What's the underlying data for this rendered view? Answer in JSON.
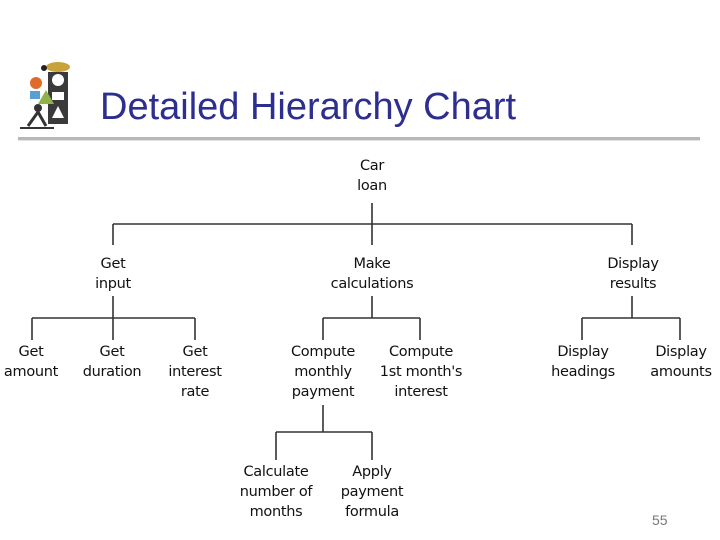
{
  "slide": {
    "title": "Detailed Hierarchy Chart",
    "page_number": "55"
  },
  "logo": {
    "icon": "shapes-figure-logo-icon"
  },
  "colors": {
    "title": "#2e2e8f",
    "lines": "#333333",
    "rule": "#b8b8b8"
  },
  "tree": {
    "root": {
      "line1": "Car",
      "line2": "loan"
    },
    "get_input": {
      "line1": "Get",
      "line2": "input"
    },
    "make_calculations": {
      "line1": "Make",
      "line2": "calculations"
    },
    "display_results": {
      "line1": "Display",
      "line2": "results"
    },
    "get_amount": {
      "line1": "Get",
      "line2": "amount"
    },
    "get_duration": {
      "line1": "Get",
      "line2": "duration"
    },
    "get_interest_rate": {
      "line1": "Get",
      "line2": "interest",
      "line3": "rate"
    },
    "compute_monthly_payment": {
      "line1": "Compute",
      "line2": "monthly",
      "line3": "payment"
    },
    "compute_first_month_interest": {
      "line1": "Compute",
      "line2": "1st month's",
      "line3": "interest"
    },
    "display_headings": {
      "line1": "Display",
      "line2": "headings"
    },
    "display_amounts": {
      "line1": "Display",
      "line2": "amounts"
    },
    "calculate_number_of_months": {
      "line1": "Calculate",
      "line2": "number of",
      "line3": "months"
    },
    "apply_payment_formula": {
      "line1": "Apply",
      "line2": "payment",
      "line3": "formula"
    }
  }
}
